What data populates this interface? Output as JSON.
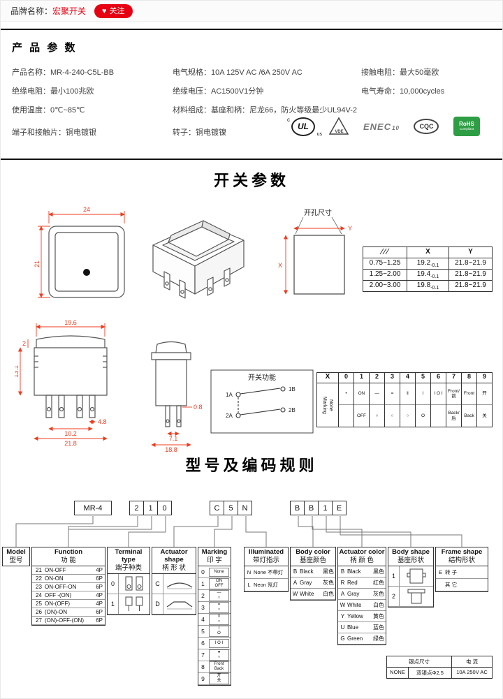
{
  "colors": {
    "accent_red": "#e60012",
    "dimension_red": "#f03b1e",
    "rohs_green": "#2e9e44"
  },
  "topbar": {
    "brand_label": "品牌名称：",
    "brand_name": "宏聚开关",
    "heart_icon": "♥",
    "follow_label": "关注"
  },
  "product_params": {
    "title": "产 品 参 数",
    "specs": [
      {
        "label": "产品名称：",
        "value": "MR-4-240-C5L-BB"
      },
      {
        "label": "电气规格：",
        "value": "10A 125V AC /6A 250V AC"
      },
      {
        "label": "接触电阻：",
        "value": "最大50毫欧"
      },
      {
        "label": "绝缘电阻：",
        "value": "最小100兆欧"
      },
      {
        "label": "绝缘电压：",
        "value": "AC1500V1分钟"
      },
      {
        "label": "电气寿命：",
        "value": "10,000cycles"
      },
      {
        "label": "使用温度：",
        "value": "0℃~85℃"
      },
      {
        "label": "材料组成：",
        "value": "基座和柄：尼龙66，防火等级最少UL94V-2"
      },
      {
        "label": "端子和接触片：",
        "value": "铜电镀银"
      },
      {
        "label": "转子：",
        "value": "铜电镀镍"
      }
    ],
    "certifications": [
      {
        "prefix": "c",
        "core": "UL",
        "suffix": "us"
      },
      {
        "core": "VDE"
      },
      {
        "core": "ENEC",
        "suffix": "10"
      },
      {
        "core": "CQC"
      },
      {
        "core": "RoHS",
        "suffix": "Compliant"
      }
    ]
  },
  "switch_section": {
    "title": "开关参数",
    "front_view": {
      "dim_width": "24",
      "dim_height": "21"
    },
    "cutout": {
      "title": "开孔尺寸",
      "x_label": "X",
      "y_label": "Y"
    },
    "hole_table": {
      "header_icon": "panel-hatch-icon",
      "col_x": "X",
      "col_y": "Y",
      "rows": [
        {
          "t": "0.75~1.25",
          "x": "19.2",
          "xtol": "-0.1",
          "y": "21.8~21.9"
        },
        {
          "t": "1.25~2.00",
          "x": "19.4",
          "xtol": "-0.1",
          "y": "21.8~21.9"
        },
        {
          "t": "2.00~3.00",
          "x": "19.8",
          "xtol": "-0.1",
          "y": "21.8~21.9"
        }
      ]
    },
    "front_dims": [
      "19.6",
      "2",
      "13.1",
      "4.8",
      "10.2",
      "21.8"
    ],
    "side_dims": [
      "0.8",
      "7.1",
      "18.8"
    ],
    "circuit": {
      "title": "开关功能",
      "terminals": [
        "1A",
        "1B",
        "2A",
        "2B"
      ]
    },
    "marking_code_table": {
      "col_x": "X",
      "row_label_1": "Marking",
      "row_label_2": "None",
      "columns": [
        {
          "code": "0",
          "top": "•",
          "bottom": ""
        },
        {
          "code": "1",
          "top": "ON",
          "bottom": "OFF"
        },
        {
          "code": "2",
          "top": "—",
          "bottom": "○"
        },
        {
          "code": "3",
          "top": "=",
          "bottom": "○"
        },
        {
          "code": "4",
          "top": "‖",
          "bottom": "○"
        },
        {
          "code": "5",
          "top": "I",
          "bottom": "O"
        },
        {
          "code": "6",
          "top": "I O I",
          "bottom": ""
        },
        {
          "code": "7",
          "top": "Front/前",
          "bottom": "Back/后"
        },
        {
          "code": "8",
          "top": "Front",
          "bottom": "Back"
        },
        {
          "code": "9",
          "top": "开",
          "bottom": "关"
        }
      ]
    }
  },
  "coding_section": {
    "title": "型号及编码规则",
    "model_box": "MR-4",
    "group1": [
      "2",
      "1",
      "0"
    ],
    "group2": [
      "C",
      "5",
      "N"
    ],
    "group3": [
      "B",
      "B",
      "1",
      "E"
    ],
    "model_table": {
      "en": "Model",
      "cn": "型号"
    },
    "function_table": {
      "en": "Function",
      "cn": "功 能",
      "rows": [
        {
          "code": "21",
          "func": "ON-OFF",
          "poles": "4P"
        },
        {
          "code": "22",
          "func": "ON-ON",
          "poles": "6P"
        },
        {
          "code": "23",
          "func": "ON-OFF-ON",
          "poles": "6P"
        },
        {
          "code": "24",
          "func": "OFF -(ON)",
          "poles": "4P"
        },
        {
          "code": "25",
          "func": "ON-(OFF)",
          "poles": "4P"
        },
        {
          "code": "26",
          "func": "(ON)-ON",
          "poles": "6P"
        },
        {
          "code": "27",
          "func": "(ON)-OFF-(ON)",
          "poles": "6P"
        }
      ]
    },
    "terminal_table": {
      "en": "Terminal type",
      "cn": "端子种类",
      "rows": [
        {
          "code": "0"
        },
        {
          "code": "1"
        }
      ]
    },
    "actuator_shape_table": {
      "en": "Actuator shape",
      "cn": "柄 形 状",
      "rows": [
        {
          "code": "C"
        },
        {
          "code": "D"
        }
      ]
    },
    "marking_table": {
      "en": "Marking",
      "cn": "印 字",
      "rows": [
        {
          "code": "0",
          "sym": "None"
        },
        {
          "code": "1",
          "sym": "ON\nOFF"
        },
        {
          "code": "2",
          "sym": "—\n○"
        },
        {
          "code": "3",
          "sym": "=\n○"
        },
        {
          "code": "4",
          "sym": "‖\n○"
        },
        {
          "code": "5",
          "sym": "I\nO"
        },
        {
          "code": "6",
          "sym": "I O I"
        },
        {
          "code": "7",
          "sym": "●\n○"
        },
        {
          "code": "8",
          "sym": "Front\nBack"
        },
        {
          "code": "9",
          "sym": "开\n关"
        }
      ]
    },
    "illuminated_table": {
      "en": "Illuminated",
      "cn": "带灯指示",
      "rows": [
        {
          "code": "N",
          "name": "None",
          "cn": "不带灯"
        },
        {
          "code": "L",
          "name": "Neon",
          "cn": "氖灯"
        }
      ]
    },
    "body_color_table": {
      "en": "Body color",
      "cn": "基座颜色",
      "rows": [
        {
          "code": "B",
          "name": "Black",
          "cn": "黑色"
        },
        {
          "code": "A",
          "name": "Gray",
          "cn": "灰色"
        },
        {
          "code": "W",
          "name": "White",
          "cn": "白色"
        }
      ]
    },
    "actuator_color_table": {
      "en": "Actuator color",
      "cn": "柄 颜 色",
      "rows": [
        {
          "code": "B",
          "name": "Black",
          "cn": "黑色"
        },
        {
          "code": "R",
          "name": "Red",
          "cn": "红色"
        },
        {
          "code": "A",
          "name": "Gray",
          "cn": "灰色"
        },
        {
          "code": "W",
          "name": "White",
          "cn": "白色"
        },
        {
          "code": "Y",
          "name": "Yellow",
          "cn": "黄色"
        },
        {
          "code": "U",
          "name": "Blue",
          "cn": "蓝色"
        },
        {
          "code": "G",
          "name": "Green",
          "cn": "绿色"
        }
      ]
    },
    "body_shape_table": {
      "en": "Body shape",
      "cn": "基座形状",
      "rows": [
        {
          "code": "1"
        },
        {
          "code": "2"
        }
      ]
    },
    "frame_shape_table": {
      "en": "Frame shape",
      "cn": "结构形状",
      "rows": [
        {
          "code": "E",
          "cn": "转 子"
        },
        {
          "code": "",
          "cn": "其 它"
        }
      ]
    },
    "silver_table": {
      "h_size": "银点尺寸",
      "h_current": "电 流",
      "c1": "NONE",
      "c2": "双银点Φ2.5",
      "c3": "10A 250V AC"
    }
  }
}
